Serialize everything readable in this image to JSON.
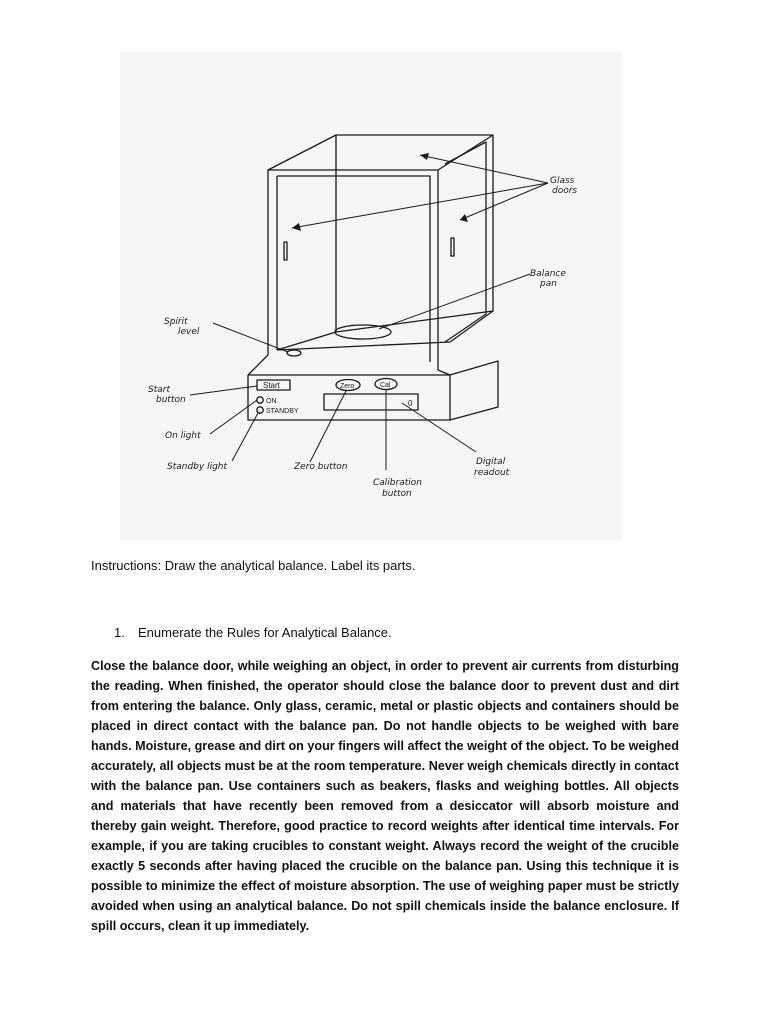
{
  "figure": {
    "labels": {
      "glass_doors_1": "Glass",
      "glass_doors_2": "doors",
      "balance_pan_1": "Balance",
      "balance_pan_2": "pan",
      "spirit_level_1": "Spirit",
      "spirit_level_2": "level",
      "start_button_1": "Start",
      "start_button_2": "button",
      "on_light": "On light",
      "standby_light": "Standby light",
      "zero_button": "Zero button",
      "calibration_button_1": "Calibration",
      "calibration_button_2": "button",
      "digital_readout_1": "Digital",
      "digital_readout_2": "readout"
    },
    "panel": {
      "start": "Start",
      "on": "ON",
      "standby": "STANDBY",
      "zero": "Zero",
      "cal": "Cal",
      "readout": "0"
    }
  },
  "instructions": "Instructions: Draw the analytical balance. Label its parts.",
  "enumerate": {
    "number": "1.",
    "text": "Enumerate the Rules for Analytical Balance."
  },
  "rules_paragraph": "Close the balance door, while weighing an object, in order to prevent air currents from disturbing the reading. When finished, the operator should close the balance door to prevent dust and dirt from entering the balance. Only glass, ceramic, metal or plastic objects and containers should be placed in direct contact with the balance pan. Do not handle objects to be weighed with bare hands. Moisture, grease and dirt on your fingers will affect the weight of the object. To be weighed accurately, all objects must be at the room temperature. Never weigh chemicals directly in contact with the balance pan. Use containers such as beakers, flasks and weighing bottles. All objects and materials that have recently been removed from a desiccator will absorb moisture and thereby gain weight. Therefore, good practice to record weights after identical time intervals. For example, if you are taking crucibles to constant weight. Always record the weight of the crucible exactly 5 seconds after having placed the crucible on the balance pan. Using this technique it is possible to minimize the effect of moisture absorption. The use of weighing paper must be strictly avoided when using an analytical balance. Do not spill chemicals inside the balance enclosure. If spill occurs, clean it up immediately."
}
